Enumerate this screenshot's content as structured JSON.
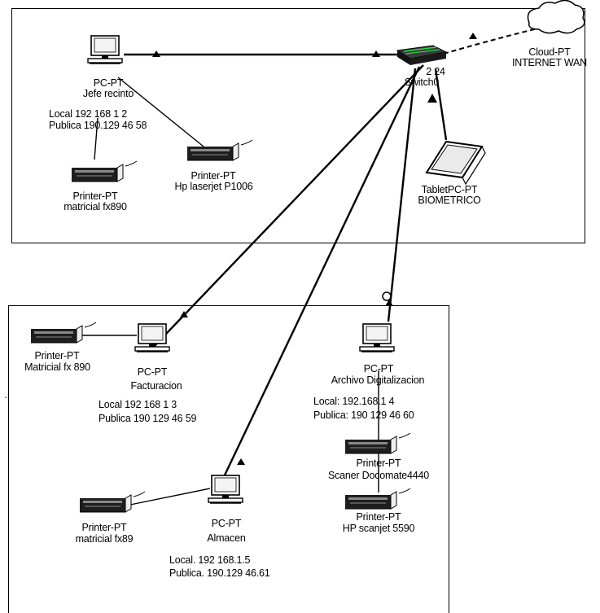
{
  "devices": {
    "jefe": {
      "type": "PC-PT",
      "name": "Jefe recinto",
      "local": "Local  192 168 1 2",
      "publica": "Publica  190.129 46 58"
    },
    "printer_jefe_matricial": {
      "type": "Printer-PT",
      "name": "matricial fx890"
    },
    "printer_jefe_hp": {
      "type": "Printer-PT",
      "name": "Hp laserjet P1006"
    },
    "switch": {
      "type": "2960-24",
      "type_partial": "2 24",
      "name": "Switch0"
    },
    "cloud": {
      "type": "Cloud-PT",
      "name": "INTERNET WAN"
    },
    "tablet": {
      "type": "TabletPC-PT",
      "name": "BIOMETRICO"
    },
    "printer_fact": {
      "type": "Printer-PT",
      "name": "Matricial fx 890"
    },
    "facturacion": {
      "type": "PC-PT",
      "name": "Facturacion",
      "local": "Local  192 168 1 3",
      "publica": "Publica  190 129 46 59"
    },
    "archivo": {
      "type": "PC-PT",
      "name": "Archivo Digitalizacion",
      "local": "Local: 192.168.1 4",
      "publica": "Publica: 190 129 46 60"
    },
    "scaner1": {
      "type": "Printer-PT",
      "name": "Scaner Docomate4440"
    },
    "scaner2": {
      "type": "Printer-PT",
      "name": "HP scanjet 5590"
    },
    "printer_almacen": {
      "type": "Printer-PT",
      "name": "matricial fx89"
    },
    "almacen": {
      "type": "PC-PT",
      "name": "Almacen",
      "local": "Local. 192 168.1.5",
      "publica": "Publica. 190.129 46.61"
    }
  },
  "colors": {
    "line": "#000000",
    "switch": "#1a1a1a",
    "switch_port": "#2bd94a",
    "background": "#ffffff"
  }
}
